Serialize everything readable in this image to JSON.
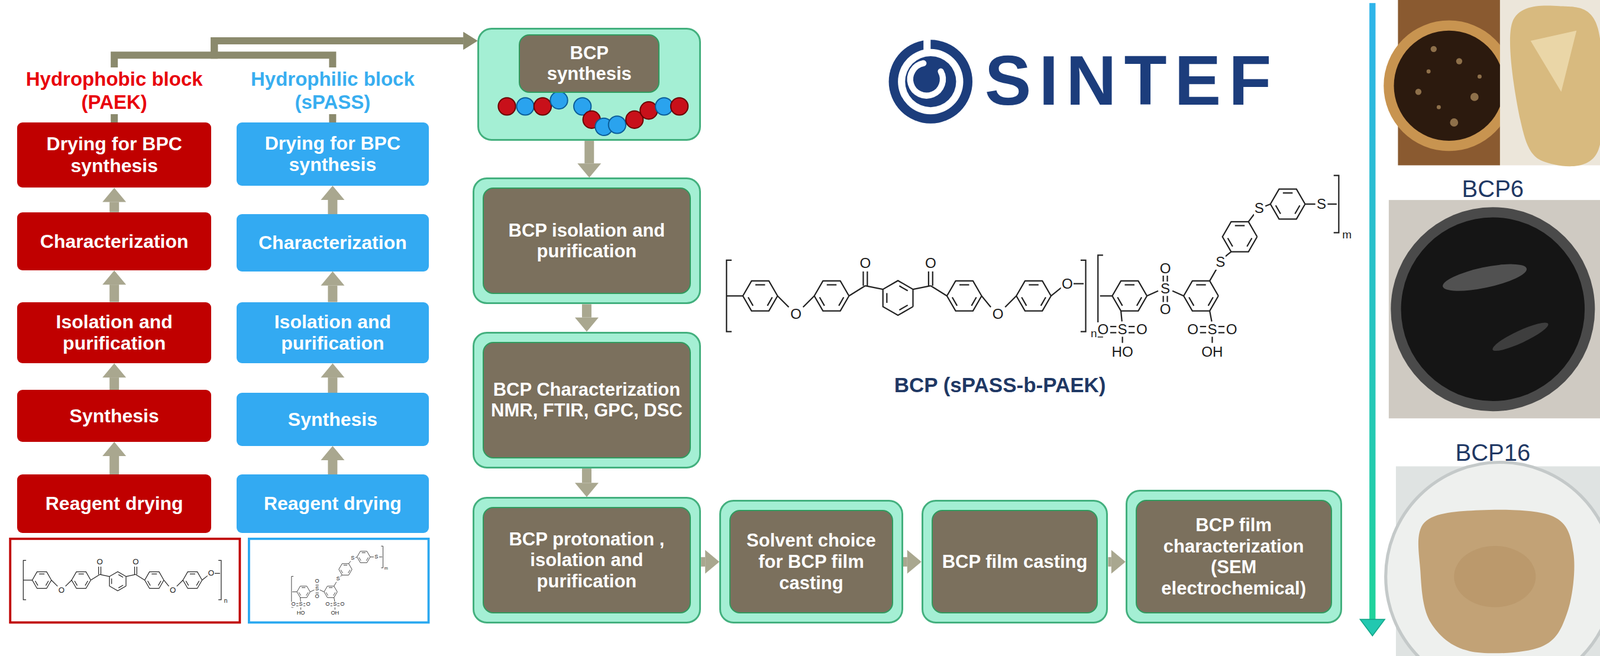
{
  "diagram": {
    "nodes": [
      {
        "text": [
          "Drying for BPC synthesis"
        ]
      },
      {
        "text": [
          "Characterization"
        ]
      },
      {
        "text": [
          "Isolation and purification"
        ]
      },
      {
        "text": [
          "Synthesis"
        ]
      },
      {
        "text": [
          "Reagent drying"
        ]
      },
      {
        "text": [
          "Drying for BPC synthesis"
        ]
      },
      {
        "text": [
          "Characterization"
        ]
      },
      {
        "text": [
          "Isolation and purification"
        ]
      },
      {
        "text": [
          "Synthesis"
        ]
      },
      {
        "text": [
          "Reagent drying"
        ]
      },
      {
        "text": [
          "BCP synthesis"
        ]
      },
      {
        "text": [
          "BCP isolation and purification"
        ]
      },
      {
        "text": [
          "BCP Characterization NMR, FTIR, GPC, DSC"
        ]
      },
      {
        "text": [
          "BCP protonation , isolation and purification"
        ]
      },
      {
        "text": [
          "Solvent choice for BCP film casting"
        ]
      },
      {
        "text": [
          "BCP film casting"
        ]
      },
      {
        "text": [
          "BCP film characterization (SEM electrochemical)"
        ]
      }
    ],
    "edges": [
      {
        "from": 0,
        "to": 10,
        "arrow": "to"
      },
      {
        "from": 5,
        "to": 10,
        "arrow": "to"
      },
      {
        "from": 4,
        "to": 3,
        "arrow": "to"
      },
      {
        "from": 3,
        "to": 2,
        "arrow": "to"
      },
      {
        "from": 2,
        "to": 1,
        "arrow": "to"
      },
      {
        "from": 1,
        "to": 0,
        "arrow": "to"
      },
      {
        "from": 9,
        "to": 8,
        "arrow": "to"
      },
      {
        "from": 8,
        "to": 7,
        "arrow": "to"
      },
      {
        "from": 7,
        "to": 6,
        "arrow": "to"
      },
      {
        "from": 6,
        "to": 5,
        "arrow": "to"
      },
      {
        "from": 10,
        "to": 11,
        "arrow": "to"
      },
      {
        "from": 11,
        "to": 12,
        "arrow": "to"
      },
      {
        "from": 12,
        "to": 13,
        "arrow": "to"
      },
      {
        "from": 13,
        "to": 14,
        "arrow": "to"
      },
      {
        "from": 14,
        "to": 15,
        "arrow": "to"
      },
      {
        "from": 15,
        "to": 16,
        "arrow": "to"
      }
    ],
    "labels": [
      "Hydrophobic block (PAEK)",
      "Hydrophilic block (sPASS)",
      "SINTEF",
      "BCP (sPASS-b-PAEK)",
      "BCP6",
      "BCP16",
      "O",
      "O",
      "O",
      "O",
      "O",
      "n",
      "S",
      "O",
      "O",
      "HO",
      "S",
      "O",
      "O",
      "S",
      "O",
      "O",
      "OH",
      "S",
      "S",
      "S",
      "m",
      "O",
      "O",
      "O",
      "O",
      "O",
      "n",
      "S",
      "O",
      "O",
      "HO",
      "S",
      "O",
      "O",
      "S",
      "O",
      "O",
      "OH",
      "S",
      "S",
      "S",
      "m"
    ]
  }
}
